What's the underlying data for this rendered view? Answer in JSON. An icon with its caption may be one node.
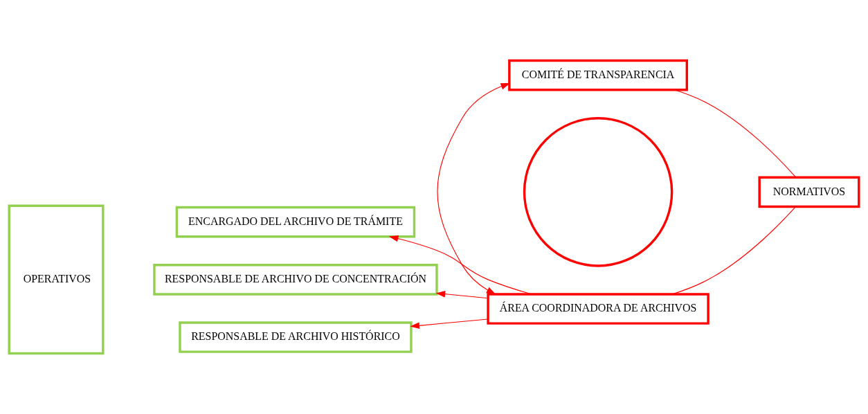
{
  "diagram": {
    "nodes": [
      {
        "text": [
          "COMITÉ DE TRANSPARENCIA"
        ]
      },
      {
        "text": [
          "ÁREA COORDINADORA DE ARCHIVOS"
        ]
      },
      {
        "text": [
          "NORMATIVOS"
        ]
      },
      {
        "text": [],
        "shape": "circle"
      },
      {
        "text": [
          "OPERATIVOS"
        ]
      },
      {
        "text": [
          "ENCARGADO DEL ARCHIVO DE TRÁMITE"
        ]
      },
      {
        "text": [
          "RESPONSABLE DE ARCHIVO DE CONCENTRACIÓN"
        ]
      },
      {
        "text": [
          "RESPONSABLE DE ARCHIVO HISTÓRICO"
        ]
      }
    ],
    "edges": [
      {
        "from": 0,
        "to": 1,
        "arrow": "both"
      },
      {
        "from": 0,
        "to": 2,
        "arrow": "none"
      },
      {
        "from": 1,
        "to": 2,
        "arrow": "none"
      },
      {
        "from": 1,
        "to": 5,
        "arrow": "to"
      },
      {
        "from": 1,
        "to": 6,
        "arrow": "to"
      },
      {
        "from": 1,
        "to": 7,
        "arrow": "to"
      }
    ]
  }
}
